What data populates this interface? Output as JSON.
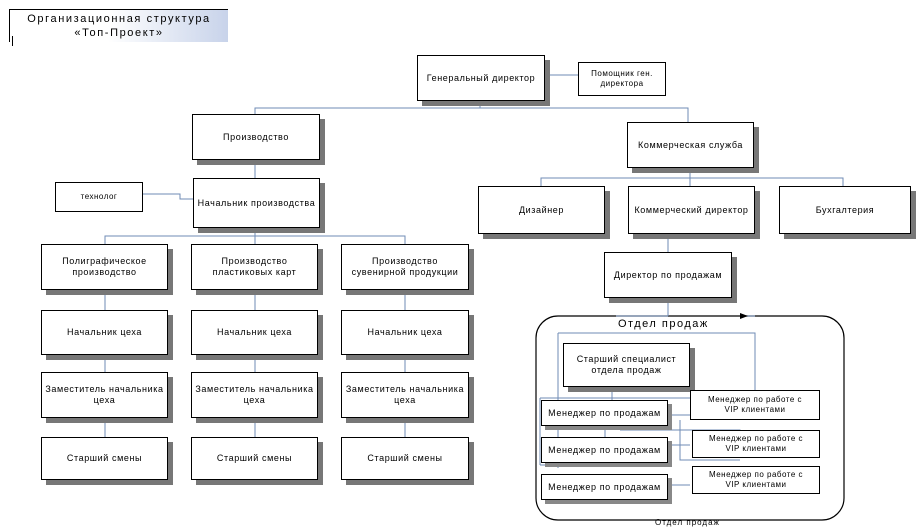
{
  "title": {
    "line1": "Организационная структура",
    "line2": "«Топ-Проект»"
  },
  "nodes": {
    "general_director": "Генеральный директор",
    "assistant": "Помощник ген.\nдиректора",
    "production": "Производство",
    "commercial_service": "Коммерческая служба",
    "technologist": "технолог",
    "head_of_production": "Начальник производства",
    "designer": "Дизайнер",
    "commercial_director": "Коммерческий директор",
    "accounting": "Бухгалтерия",
    "polygraph": "Полиграфическое\nпроизводство",
    "plastic_cards": "Производство\nпластиковых карт",
    "souvenir": "Производство\nсувенирной продукции",
    "sales_director": "Директор по продажам",
    "shop_head_1": "Начальник цеха",
    "shop_head_2": "Начальник цеха",
    "shop_head_3": "Начальник цеха",
    "deputy_1": "Заместитель начальника\nцеха",
    "deputy_2": "Заместитель начальника\nцеха",
    "deputy_3": "Заместитель начальника\nцеха",
    "shift_lead_1": "Старший смены",
    "shift_lead_2": "Старший смены",
    "shift_lead_3": "Старший смены",
    "senior_specialist": "Старший специалист\nотдела продаж",
    "sales_manager_1": "Менеджер по продажам",
    "sales_manager_2": "Менеджер по продажам",
    "sales_manager_3": "Менеджер по продажам",
    "vip_manager_1": "Менеджер по работе с\nVIP клиентами",
    "vip_manager_2": "Менеджер по работе с\nVIP клиентами",
    "vip_manager_3": "Менеджер по работе с\nVIP клиентами"
  },
  "sales_department": {
    "label_top": "Отдел продаж",
    "label_bottom": "Отдел продаж"
  },
  "colors": {
    "connector": "#6f8bb5",
    "shadow": "#777777",
    "title_gradient_end": "#c8d3ea"
  }
}
